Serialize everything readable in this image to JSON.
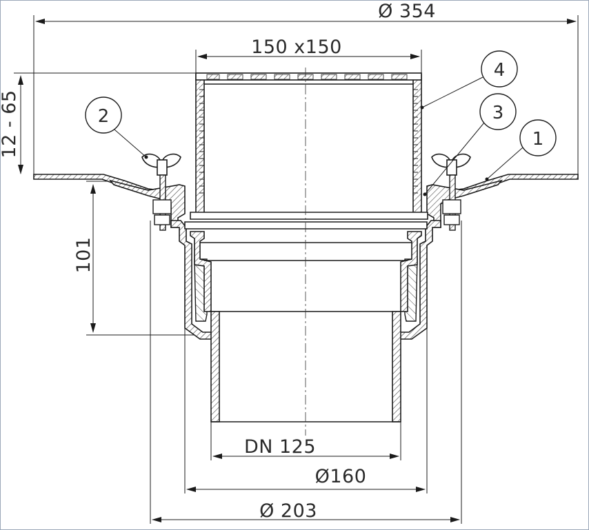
{
  "drawing": {
    "dimensions": {
      "overall_diameter": "Ø 354",
      "grate_size": "150 x150",
      "height_range": "12 - 65",
      "depth": "101",
      "outlet": "DN 125",
      "diameter_160": "Ø160",
      "diameter_203": "Ø 203"
    },
    "callouts": [
      {
        "number": "1"
      },
      {
        "number": "2"
      },
      {
        "number": "3"
      },
      {
        "number": "4"
      }
    ],
    "colors": {
      "line": "#1a1a1a",
      "hatch": "#444444",
      "background": "#ffffff"
    }
  }
}
